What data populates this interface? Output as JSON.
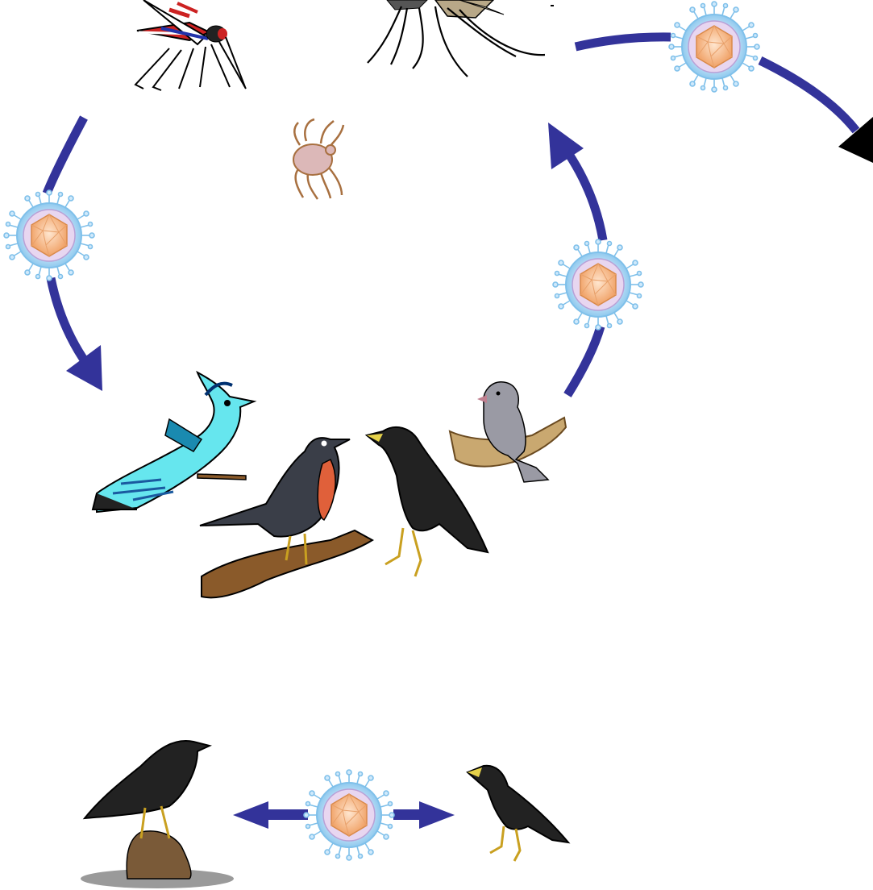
{
  "diagram": {
    "type": "transmission-cycle",
    "text_labels": [],
    "colors": {
      "arrow": "#33339a",
      "arrowhead_offscreen": "#000000",
      "virion_halo": "#9fd2f0",
      "virion_core": "#f5b07a",
      "mite": "#dcb8b8"
    },
    "participants": [
      {
        "name": "mosquito-culex-icon"
      },
      {
        "name": "mosquito-aedes-icon"
      },
      {
        "name": "mite-icon"
      },
      {
        "name": "blue-jay-icon"
      },
      {
        "name": "robin-icon"
      },
      {
        "name": "crow-icon"
      },
      {
        "name": "house-sparrow-icon"
      },
      {
        "name": "crow-on-rock-icon"
      },
      {
        "name": "crow-standing-icon"
      }
    ],
    "virions": [
      {
        "name": "virion-icon-left-arc"
      },
      {
        "name": "virion-icon-right-arc"
      },
      {
        "name": "virion-icon-top-right"
      },
      {
        "name": "virion-icon-bird-to-bird"
      }
    ],
    "arrows": [
      {
        "name": "arrow-mosquito-to-birds",
        "direction": "down"
      },
      {
        "name": "arrow-birds-to-mosquito",
        "direction": "up"
      },
      {
        "name": "arrow-mosquito-to-offscreen",
        "direction": "right-down"
      },
      {
        "name": "arrow-crow-to-crow-left",
        "direction": "left"
      },
      {
        "name": "arrow-crow-to-crow-right",
        "direction": "right"
      }
    ]
  }
}
